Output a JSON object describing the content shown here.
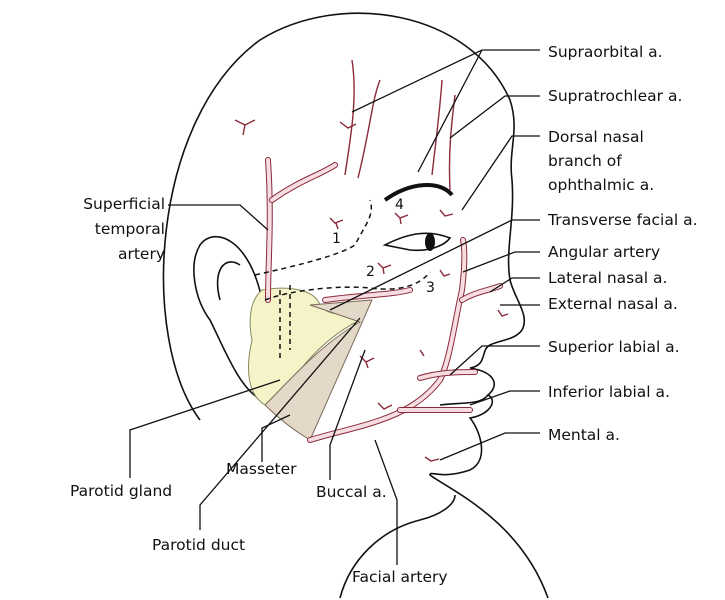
{
  "labels": {
    "supraorbital": "Supraorbital a.",
    "supratrochlear": "Supratrochlear a.",
    "dorsal_nasal": [
      "Dorsal nasal",
      "branch of",
      "ophthalmic a."
    ],
    "transverse_facial": "Transverse facial a.",
    "angular": "Angular artery",
    "lateral_nasal": "Lateral nasal a.",
    "external_nasal": "External nasal a.",
    "superior_labial": "Superior labial a.",
    "inferior_labial": "Inferior labial a.",
    "mental": "Mental a.",
    "superficial_temporal": [
      "Superficial",
      "temporal",
      "artery"
    ],
    "parotid_gland": "Parotid gland",
    "masseter": "Masseter",
    "parotid_duct": "Parotid duct",
    "buccal": "Buccal a.",
    "facial_artery": "Facial artery"
  },
  "numbers": [
    "1",
    "2",
    "3",
    "4"
  ],
  "colors": {
    "artery": "#8a2a3a",
    "artery_fill": "#f6dde2",
    "parotid": "#f5f3c8",
    "masseter": "#e4d8c8"
  }
}
